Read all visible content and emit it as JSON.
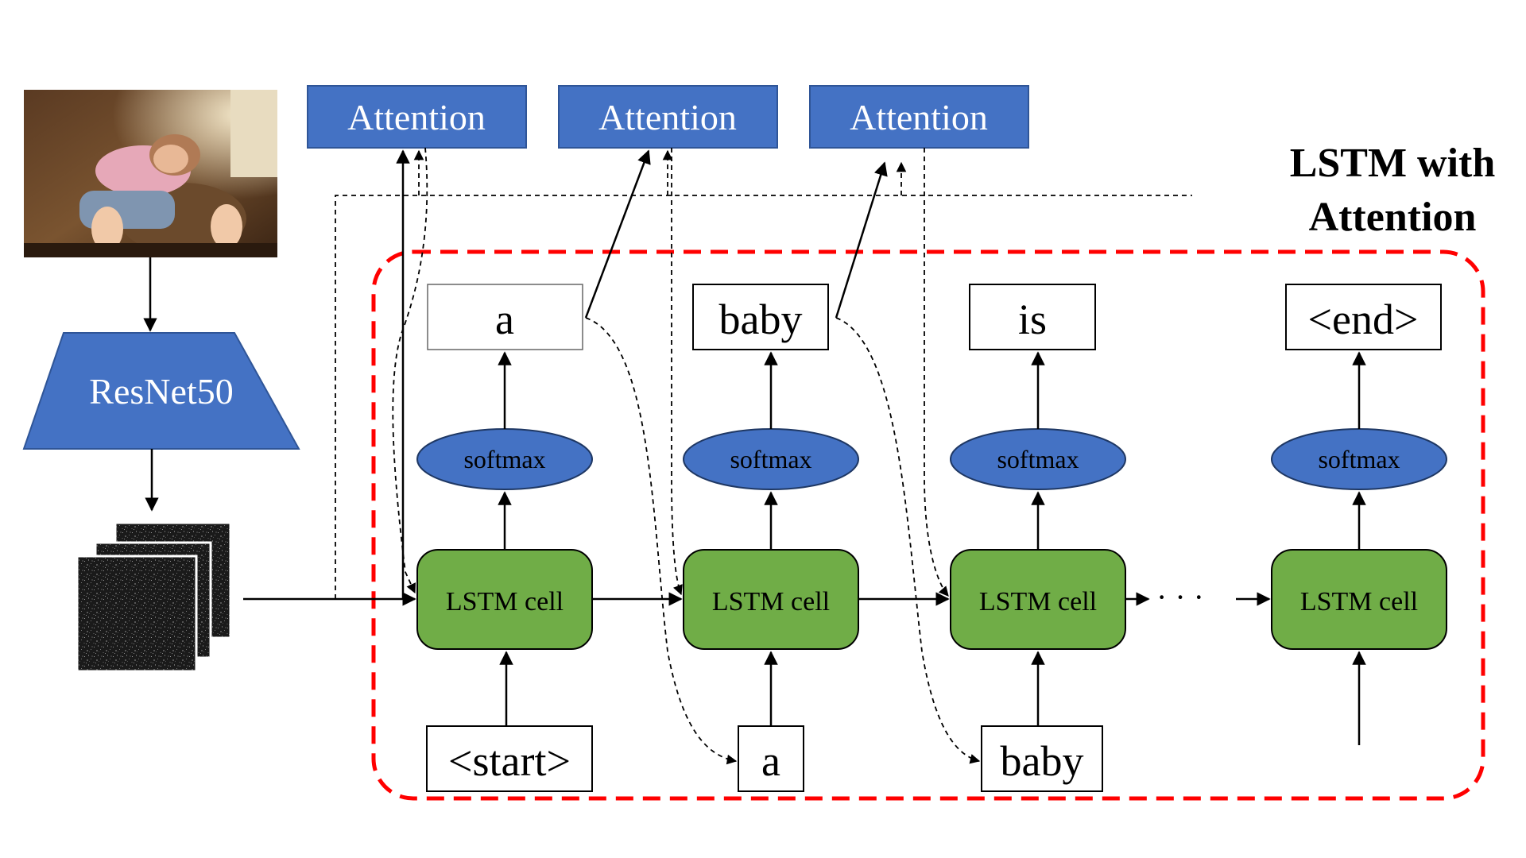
{
  "title": {
    "line1": "LSTM with",
    "line2": "Attention"
  },
  "encoder": {
    "photo_icon": "sleeping-child-photo",
    "cnn_label": "ResNet50",
    "feature_icon": "feature-map-stack"
  },
  "attention_blocks": [
    {
      "label": "Attention"
    },
    {
      "label": "Attention"
    },
    {
      "label": "Attention"
    }
  ],
  "outputs": [
    {
      "word": "a"
    },
    {
      "word": "baby"
    },
    {
      "word": "is"
    },
    {
      "word": "<end>"
    }
  ],
  "softmax_nodes": [
    {
      "label": "softmax"
    },
    {
      "label": "softmax"
    },
    {
      "label": "softmax"
    },
    {
      "label": "softmax"
    }
  ],
  "lstm_cells": [
    {
      "label": "LSTM cell"
    },
    {
      "label": "LSTM cell"
    },
    {
      "label": "LSTM cell"
    },
    {
      "label": "LSTM cell"
    }
  ],
  "inputs": [
    {
      "word": "<start>"
    },
    {
      "word": "a"
    },
    {
      "word": "baby"
    }
  ],
  "ellipsis": "· · ·",
  "colors": {
    "attention_fill": "#4472c4",
    "lstm_fill": "#70ad47",
    "softmax_fill": "#4472c4",
    "resnet_fill": "#4472c4",
    "frame_stroke": "#ff0000"
  }
}
